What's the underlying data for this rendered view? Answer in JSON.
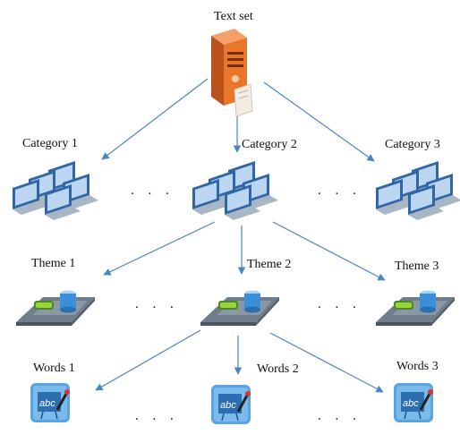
{
  "root": {
    "label": "Text set",
    "icon": "server-icon"
  },
  "categories": [
    {
      "label": "Category 1",
      "icon": "computer-network-icon"
    },
    {
      "label": "Category 2",
      "icon": "computer-network-icon"
    },
    {
      "label": "Category 3",
      "icon": "computer-network-icon"
    }
  ],
  "themes": [
    {
      "label": "Theme 1",
      "icon": "database-platform-icon"
    },
    {
      "label": "Theme 2",
      "icon": "database-platform-icon"
    },
    {
      "label": "Theme 3",
      "icon": "database-platform-icon"
    }
  ],
  "words": [
    {
      "label": "Words 1",
      "icon": "abc-board-icon"
    },
    {
      "label": "Words 2",
      "icon": "abc-board-icon"
    },
    {
      "label": "Words 3",
      "icon": "abc-board-icon"
    }
  ],
  "ellipsis": ". . .",
  "colors": {
    "arrow": "#4a86c5",
    "server": "#e8762b",
    "monitor": "#4f86c6",
    "platform": "#6f7d8c",
    "board": "#5aa5e0"
  }
}
